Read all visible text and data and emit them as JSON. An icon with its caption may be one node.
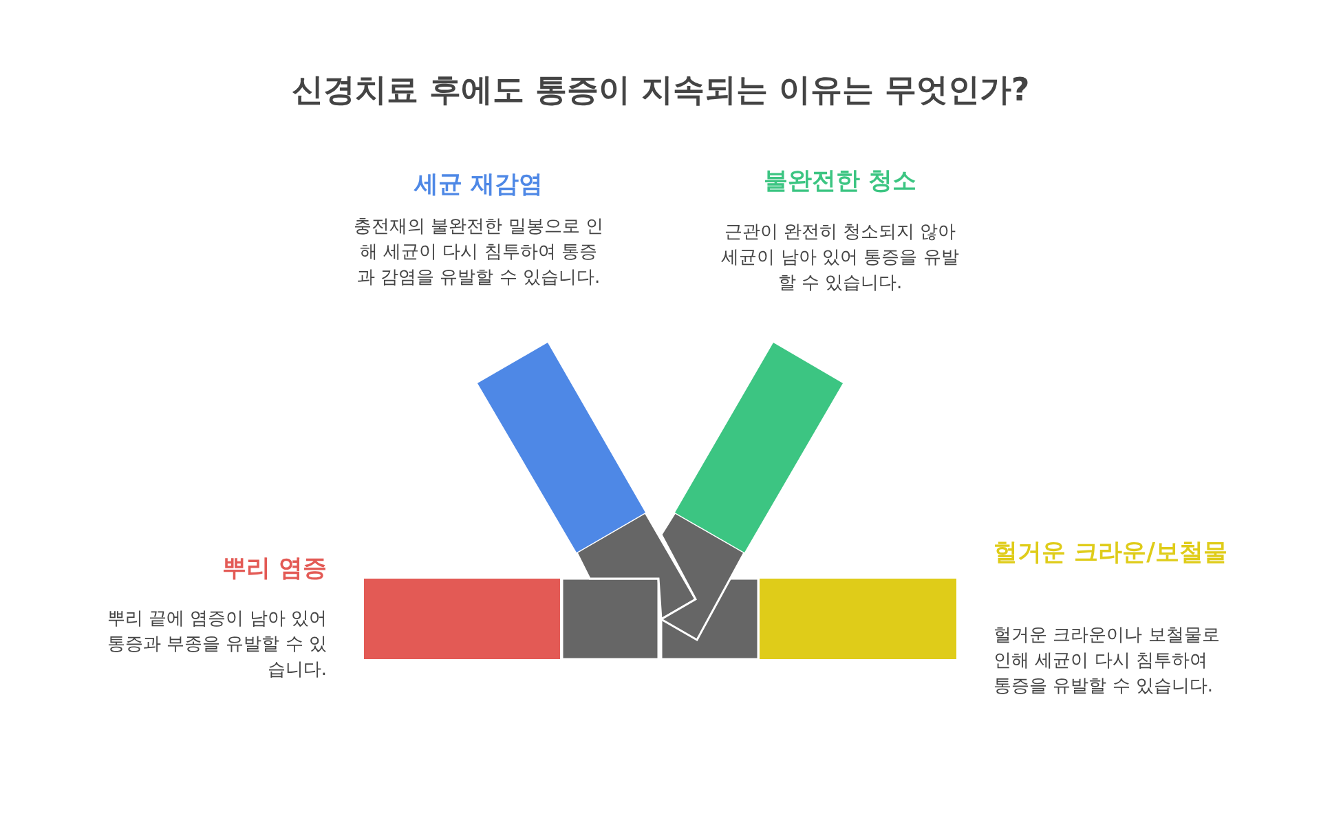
{
  "diagram": {
    "title": "신경치료 후에도 통증이 지속되는 이유는 무엇인가?",
    "nodes": [
      {
        "text": [
          "세균 재감염",
          "충전재의 불완전한 밀봉으로 인해 세균이 다시 침투하여 통증과 감염을 유발할 수 있습니다."
        ]
      },
      {
        "text": [
          "불완전한 청소",
          "근관이 완전히 청소되지 않아 세균이 남아 있어 통증을 유발할 수 있습니다."
        ]
      },
      {
        "text": [
          "뿌리 염증",
          "뿌리 끝에 염증이 남아 있어 통증과 부종을 유발할 수 있습니다."
        ]
      },
      {
        "text": [
          "헐거운 크라운/보철물",
          "헐거운 크라운이나 보철물로 인해 세균이 다시 침투하여 통증을 유발할 수 있습니다."
        ]
      }
    ],
    "edges": []
  }
}
